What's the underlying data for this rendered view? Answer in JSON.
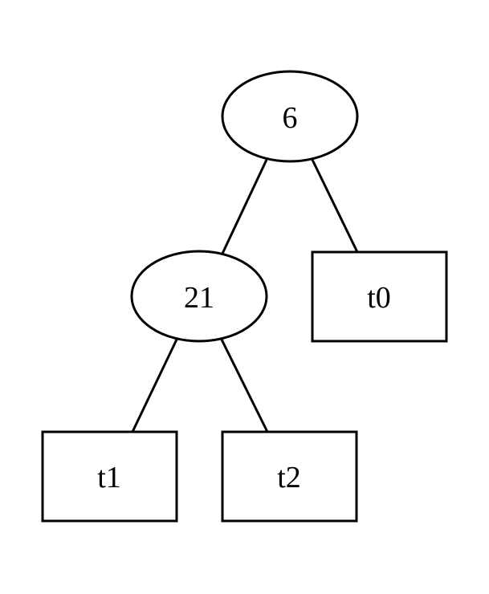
{
  "tree": {
    "root": {
      "label": "6",
      "shape": "ellipse"
    },
    "internal": {
      "label": "21",
      "shape": "ellipse"
    },
    "leaves": [
      {
        "label": "t0",
        "shape": "box"
      },
      {
        "label": "t1",
        "shape": "box"
      },
      {
        "label": "t2",
        "shape": "box"
      }
    ],
    "edges": [
      {
        "from": "6",
        "to": "21"
      },
      {
        "from": "6",
        "to": "t0"
      },
      {
        "from": "21",
        "to": "t1"
      },
      {
        "from": "21",
        "to": "t2"
      }
    ]
  }
}
